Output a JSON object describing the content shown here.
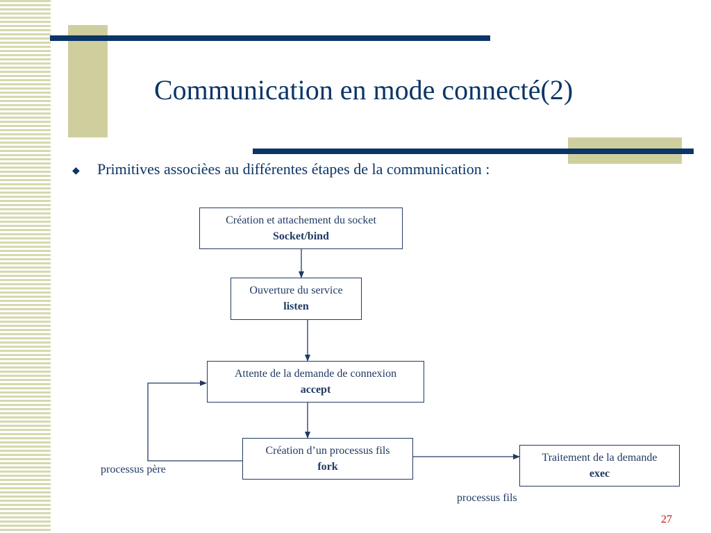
{
  "slide": {
    "title": "Communication en mode connecté(2)",
    "bullet_text": "Primitives associèes au différentes étapes de la communication :",
    "page_number": "27"
  },
  "diagram": {
    "steps": [
      {
        "label": "Création et attachement du socket",
        "command": "Socket/bind"
      },
      {
        "label": "Ouverture du service",
        "command": "listen"
      },
      {
        "label": "Attente de la demande de connexion",
        "command": "accept"
      },
      {
        "label": "Création d’un processus fils",
        "command": "fork"
      },
      {
        "label": "Traitement de la demande",
        "command": "exec"
      }
    ],
    "labels": {
      "parent": "processus père",
      "child": "processus fils"
    }
  },
  "colors": {
    "text": "#1f3a63",
    "accent_navy": "#0b3566",
    "accent_olive": "#cfcf9e",
    "page_number": "#c4161c"
  }
}
